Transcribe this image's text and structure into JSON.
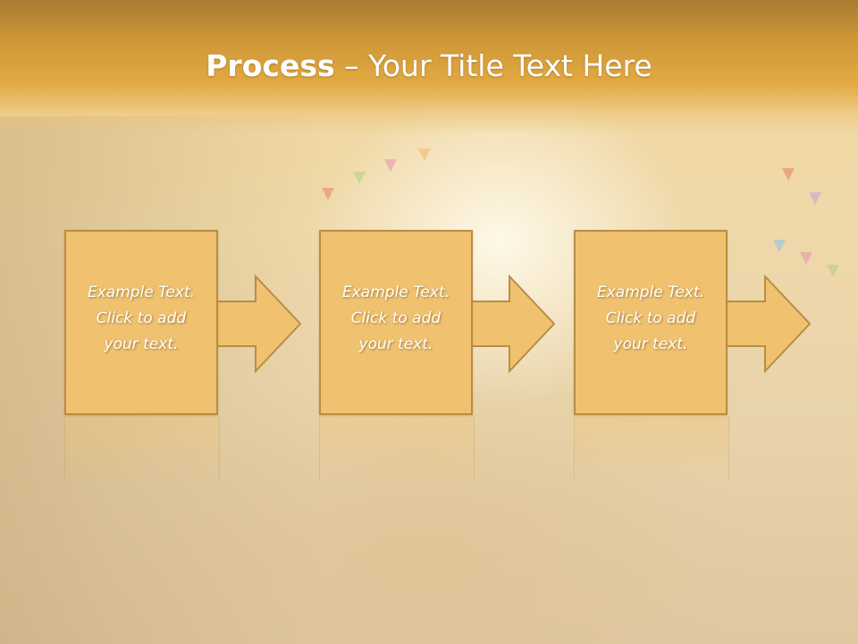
{
  "title": {
    "bold": "Process",
    "rest": " – Your Title Text Here"
  },
  "steps": [
    {
      "text": "Example Text.\nClick  to add\nyour text."
    },
    {
      "text": "Example Text.\nClick  to add\nyour text."
    },
    {
      "text": "Example Text.\nClick  to add\nyour text."
    }
  ],
  "colors": {
    "header": "#e2a942",
    "box_fill": "#f0c26f",
    "box_border": "#b78d47",
    "text": "#ffffff"
  }
}
